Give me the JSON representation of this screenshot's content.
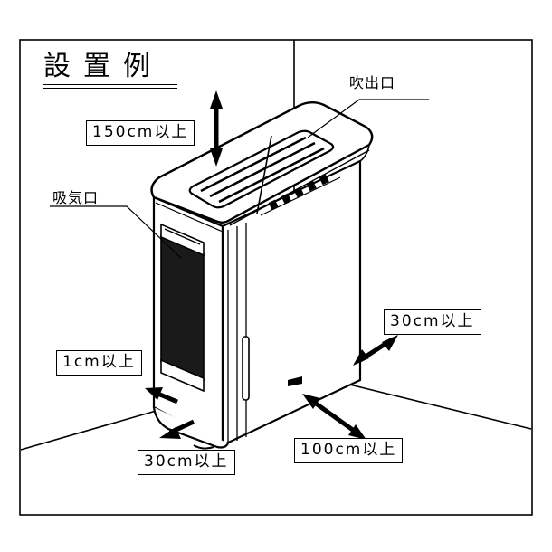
{
  "figure": {
    "title": "設置例",
    "title_romaji_meaning": "Installation Example",
    "frame_color": "#000000",
    "background_color": "#ffffff",
    "line_color": "#000000",
    "fill_color": "#ffffff",
    "dark_panel_color": "#1a1a1a"
  },
  "callouts": [
    {
      "id": "outlet",
      "label": "吹出口"
    },
    {
      "id": "intake",
      "label": "吸気口"
    }
  ],
  "clearances": [
    {
      "id": "top",
      "label": "150cm以上",
      "value": 150,
      "unit": "cm",
      "direction": "top"
    },
    {
      "id": "right",
      "label": "30cm以上",
      "value": 30,
      "unit": "cm",
      "direction": "right"
    },
    {
      "id": "left",
      "label": "1cm以上",
      "value": 1,
      "unit": "cm",
      "direction": "left"
    },
    {
      "id": "back-left",
      "label": "30cm以上",
      "value": 30,
      "unit": "cm",
      "direction": "back-left"
    },
    {
      "id": "front",
      "label": "100cm以上",
      "value": 100,
      "unit": "cm",
      "direction": "front"
    }
  ],
  "appliance": {
    "name": "air-purifier-unit",
    "top_outlet_louvers": 4,
    "control_panel_buttons": 5,
    "side_intake_filter": true
  }
}
